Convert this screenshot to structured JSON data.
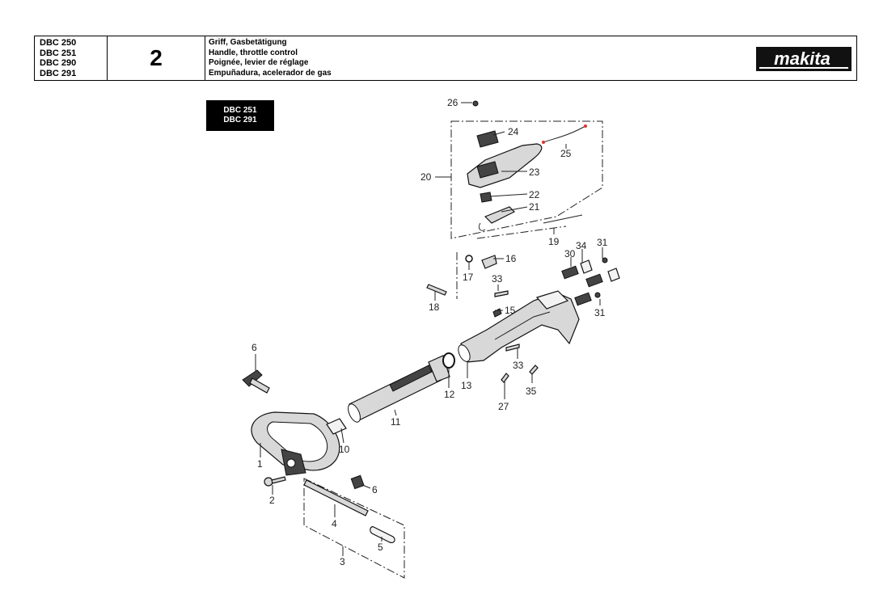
{
  "header": {
    "models": [
      "DBC 250",
      "DBC 251",
      "DBC 290",
      "DBC 291"
    ],
    "page_number": "2",
    "titles": [
      "Griff, Gasbetätigung",
      "Handle, throttle control",
      "Poignée, levier de réglage",
      "Empuñadura, acelerador de gas"
    ],
    "brand": "makita"
  },
  "variant_tag": [
    "DBC 251",
    "DBC 291"
  ],
  "parts": {
    "p1": "1",
    "p2": "2",
    "p3": "3",
    "p4": "4",
    "p5": "5",
    "p6a": "6",
    "p6b": "6",
    "p10": "10",
    "p11": "11",
    "p12": "12",
    "p13": "13",
    "p15": "15",
    "p16": "16",
    "p17": "17",
    "p18": "18",
    "p19": "19",
    "p20": "20",
    "p21": "21",
    "p22": "22",
    "p23": "23",
    "p24": "24",
    "p25": "25",
    "p26": "26",
    "p27": "27",
    "p30": "30",
    "p31a": "31",
    "p31b": "31",
    "p33a": "33",
    "p33b": "33",
    "p34": "34",
    "p35": "35"
  },
  "colors": {
    "ink": "#000000",
    "brand_bg": "#111111",
    "paper": "#ffffff"
  }
}
